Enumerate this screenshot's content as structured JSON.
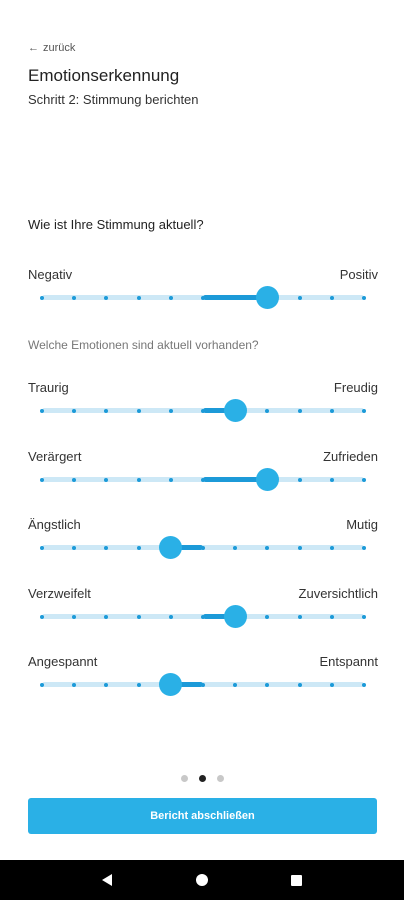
{
  "header": {
    "back_label": "zurück",
    "title": "Emotionserkennung",
    "subtitle": "Schritt 2: Stimmung berichten"
  },
  "mood": {
    "question": "Wie ist Ihre Stimmung aktuell?",
    "slider": {
      "left": "Negativ",
      "right": "Positiv",
      "steps": 11,
      "value": 7
    }
  },
  "emotions": {
    "question": "Welche Emotionen sind aktuell vorhanden?",
    "sliders": [
      {
        "left": "Traurig",
        "right": "Freudig",
        "steps": 11,
        "value": 6
      },
      {
        "left": "Verärgert",
        "right": "Zufrieden",
        "steps": 11,
        "value": 7
      },
      {
        "left": "Ängstlich",
        "right": "Mutig",
        "steps": 11,
        "value": 4
      },
      {
        "left": "Verzweifelt",
        "right": "Zuversichtlich",
        "steps": 11,
        "value": 6
      },
      {
        "left": "Angespannt",
        "right": "Entspannt",
        "steps": 11,
        "value": 4
      }
    ]
  },
  "pager": {
    "count": 3,
    "active": 1
  },
  "footer": {
    "submit_label": "Bericht abschließen"
  },
  "colors": {
    "accent": "#2ab0e6",
    "track": "#cde8f6",
    "active_track": "#1c9ad8"
  },
  "navbar": {
    "back_icon": "triangle-back-icon",
    "home_icon": "circle-home-icon",
    "recents_icon": "square-recents-icon"
  }
}
